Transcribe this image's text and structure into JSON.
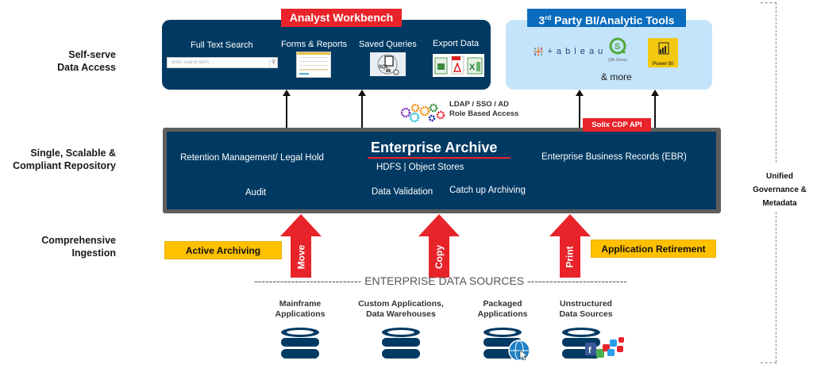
{
  "row_labels": {
    "access": [
      "Self-serve",
      "Data Access"
    ],
    "repository": [
      "Single, Scalable &",
      "Compliant Repository"
    ],
    "ingestion": [
      "Comprehensive",
      "Ingestion"
    ]
  },
  "workbench": {
    "title": "Analyst Workbench",
    "full_text_search": "Full Text Search",
    "search_placeholder": "enter search term ...",
    "forms_reports": "Forms & Reports",
    "saved_queries": "Saved Queries",
    "export_data": "Export Data",
    "sql_label": "SQL",
    "pdf_label": "PDF"
  },
  "bi_tools": {
    "title_prefix": "3",
    "title_sup": "rd",
    "title_rest": " Party BI/Analytic Tools",
    "tableau": "+ a b l e a u",
    "qlik": "Qlik Sense",
    "powerbi": "Power BI",
    "more": "& more"
  },
  "security": {
    "line1": "LDAP / SSO / AD",
    "line2": "Role Based Access",
    "gear_colors": [
      "#7b2fbf",
      "#f28c00",
      "#1cc2d6",
      "#f28c00",
      "#1e8a2e",
      "#1a2ea8",
      "#e8232a"
    ]
  },
  "repository": {
    "api_badge": "Solix CDP API",
    "title": "Enterprise Archive",
    "subtitle": "HDFS | Object Stores",
    "retention": "Retention Management/ Legal Hold",
    "ebr": "Enterprise Business Records (EBR)",
    "audit": "Audit",
    "validation": "Data Validation",
    "catchup": "Catch up Archiving"
  },
  "ingestion": {
    "active": "Active Archiving",
    "retirement": "Application Retirement",
    "arrows": [
      "Move",
      "Copy",
      "Print"
    ]
  },
  "sources": {
    "header": "----------------------------- ENTERPRISE DATA SOURCES ---------------------------",
    "items": [
      {
        "line1": "Mainframe",
        "line2": "Applications"
      },
      {
        "line1": "Custom Applications,",
        "line2": "Data Warehouses"
      },
      {
        "line1": "Packaged",
        "line2": "Applications"
      },
      {
        "line1": "Unstructured",
        "line2": "Data Sources"
      }
    ]
  },
  "governance": {
    "line1": "Unified",
    "line2": "Governance &",
    "line3": "Metadata"
  },
  "colors": {
    "navy": "#003a63",
    "red": "#e8232a",
    "blue": "#0a6cbd",
    "light_blue": "#c4e4fb",
    "yellow": "#ffc000"
  }
}
